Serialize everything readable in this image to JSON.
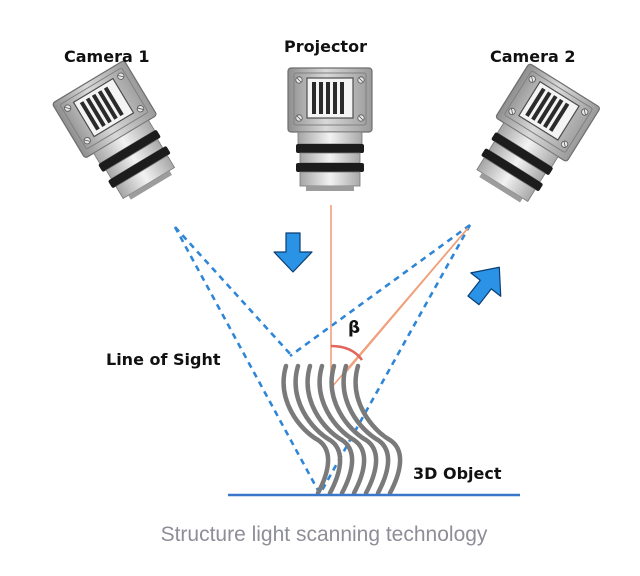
{
  "labels": {
    "camera1": "Camera 1",
    "projector": "Projector",
    "camera2": "Camera 2",
    "line_of_sight": "Line of Sight",
    "beta": "β",
    "object": "3D Object"
  },
  "caption": "Structure light scanning technology",
  "colors": {
    "sight_line": "#2f86d6",
    "projector_ray": "#f0a07a",
    "arrow": "#2b93e6",
    "arrow_outline": "#0b3e73",
    "object_stripes": "#7a7a7a",
    "ground": "#3a76c9",
    "camera_body": "#b8b8b8",
    "lens_ring": "#1c1c1c"
  },
  "icons": {
    "camera1": "camera-icon",
    "projector": "projector-icon",
    "camera2": "camera-icon",
    "arrow_down": "arrow-down-icon",
    "arrow_up": "arrow-up-icon"
  }
}
